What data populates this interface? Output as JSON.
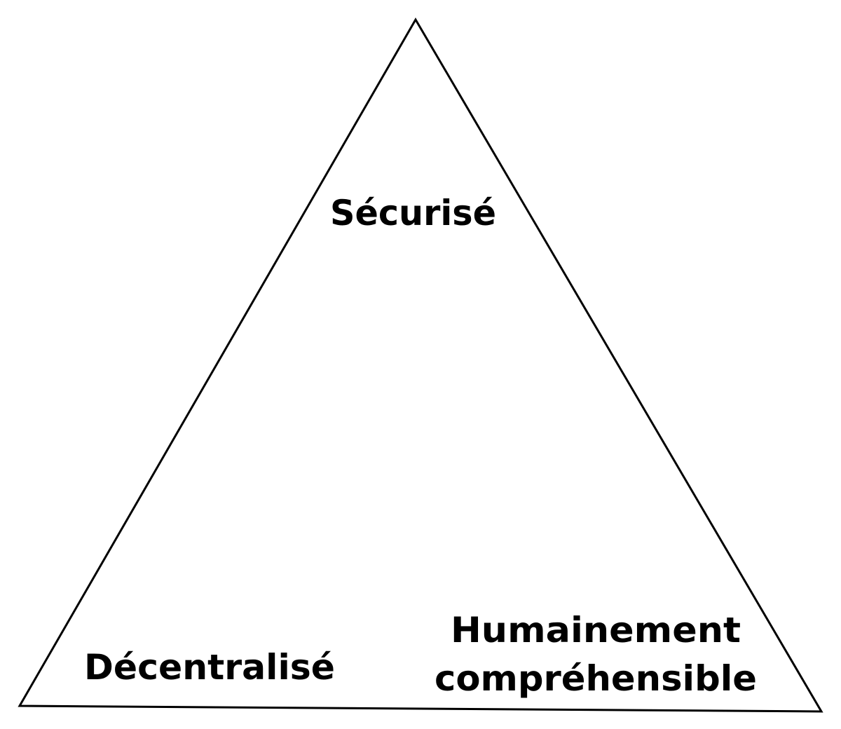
{
  "diagram": {
    "shape": "triangle",
    "stroke_color": "#000000",
    "vertices": {
      "top": "Sécurisé",
      "bottom_left": "Décentralisé",
      "bottom_right_line1": "Humainement",
      "bottom_right_line2": "compréhensible"
    }
  }
}
